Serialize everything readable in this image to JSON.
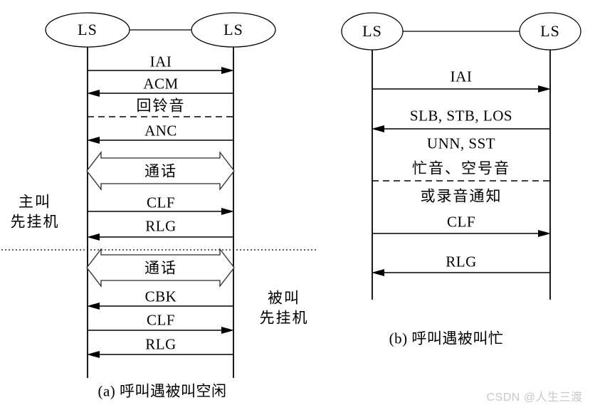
{
  "diagram_a": {
    "nodes": [
      {
        "label": "LS"
      },
      {
        "label": "LS"
      }
    ],
    "messages": [
      {
        "label": "IAI",
        "type": "solid-arrow",
        "direction": "right"
      },
      {
        "label": "ACM",
        "type": "solid-arrow",
        "direction": "left"
      },
      {
        "label": "回铃音",
        "type": "dashed-line",
        "direction": "none"
      },
      {
        "label": "ANC",
        "type": "solid-arrow",
        "direction": "left"
      },
      {
        "label": "通话",
        "type": "block-double-arrow",
        "direction": "both"
      },
      {
        "label": "CLF",
        "type": "solid-arrow",
        "direction": "right"
      },
      {
        "label": "RLG",
        "type": "solid-arrow",
        "direction": "left"
      },
      {
        "label": "通话",
        "type": "block-double-arrow",
        "direction": "both"
      },
      {
        "label": "CBK",
        "type": "solid-arrow",
        "direction": "left"
      },
      {
        "label": "CLF",
        "type": "solid-arrow",
        "direction": "right"
      },
      {
        "label": "RLG",
        "type": "solid-arrow",
        "direction": "left"
      }
    ],
    "notes": {
      "left": [
        "主叫",
        "先挂机"
      ],
      "right": [
        "被叫",
        "先挂机"
      ]
    },
    "caption": "(a) 呼叫遇被叫空闲"
  },
  "diagram_b": {
    "nodes": [
      {
        "label": "LS"
      },
      {
        "label": "LS"
      }
    ],
    "messages": [
      {
        "label": "IAI",
        "type": "solid-arrow",
        "direction": "right"
      },
      {
        "label": "SLB, STB, LOS",
        "type": "solid-arrow",
        "direction": "left"
      },
      {
        "label": "UNN, SST",
        "type": "text",
        "direction": "none"
      },
      {
        "label": "忙音、空号音",
        "type": "text-above-dashed-line",
        "direction": "none"
      },
      {
        "label": "或录音通知",
        "type": "text-below-dashed-line",
        "direction": "none"
      },
      {
        "label": "CLF",
        "type": "solid-arrow",
        "direction": "right"
      },
      {
        "label": "RLG",
        "type": "solid-arrow",
        "direction": "left"
      }
    ],
    "caption": "(b) 呼叫遇被叫忙"
  },
  "watermark": "CSDN @人生三渡",
  "colors": {
    "line": "#000000",
    "text": "#000000",
    "watermark": "#c8c8c8",
    "background": "#ffffff"
  }
}
